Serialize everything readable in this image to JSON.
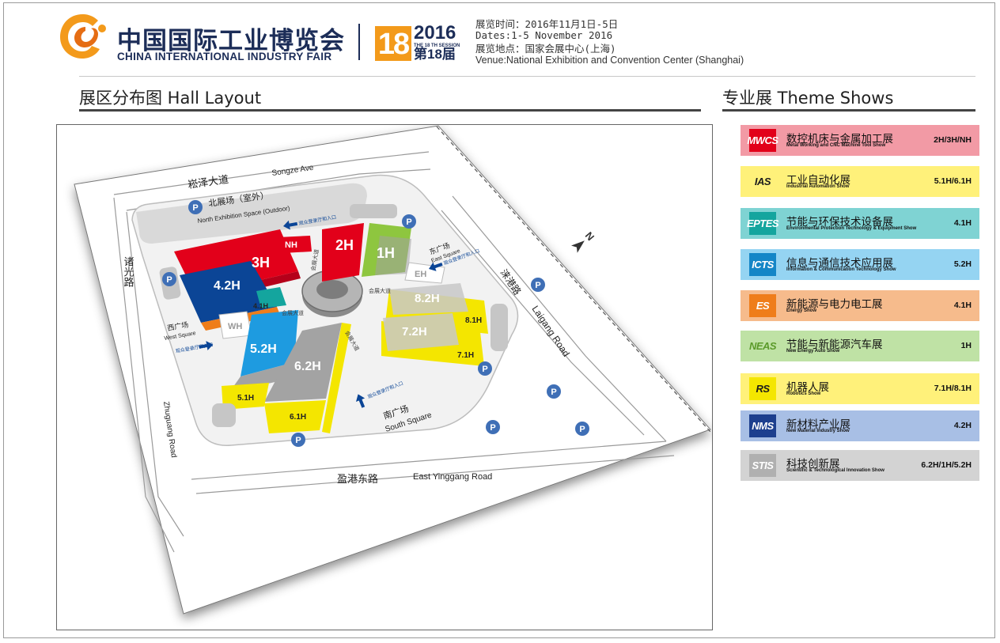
{
  "header": {
    "logo_cn": "中国国际工业博览会",
    "logo_en": "CHINA INTERNATIONAL INDUSTRY FAIR",
    "session_number": "18",
    "session_year": "2016",
    "session_en": "THE 18 TH SESSION",
    "session_cn": "第18届",
    "date_cn": "展览时间：2016年11月1日-5日",
    "date_en": "Dates:1-5 November 2016",
    "venue_cn": "展览地点：国家会展中心(上海)",
    "venue_en": "Venue:National Exhibition and Convention Center (Shanghai)"
  },
  "layout_section": {
    "title": "展区分布图 Hall Layout"
  },
  "theme_section": {
    "title": "专业展 Theme Shows"
  },
  "map": {
    "roads": {
      "north_cn": "崧泽大道",
      "north_en": "Songze Ave",
      "west_cn": "诸光路",
      "west_en": "Zhuguang Road",
      "east_cn": "涞港路",
      "east_en": "Laigang Road",
      "south_cn": "盈港东路",
      "south_en": "East Yinggang Road"
    },
    "north_space_cn": "北展场（室外）",
    "north_space_en": "North Exhibition Space (Outdoor)",
    "east_square_cn": "东广场",
    "east_square_en": "East Square",
    "west_square_cn": "西广场",
    "west_square_en": "West Square",
    "south_square_cn": "南广场",
    "south_square_en": "South Square",
    "entrance_label": "观众登录厅和入口",
    "central_avenue": "会展大道",
    "parking_symbol": "P",
    "north_symbol": "N",
    "halls": {
      "h3": "3H",
      "h42": "4.2H",
      "h41": "4.1H",
      "nh": "NH",
      "h2": "2H",
      "h1": "1H",
      "eh": "EH",
      "wh": "WH",
      "h82": "8.2H",
      "h81": "8.1H",
      "h72": "7.2H",
      "h71": "7.1H",
      "h52": "5.2H",
      "h62": "6.2H",
      "h51": "5.1H",
      "h61": "6.1H"
    }
  },
  "colors": {
    "red": "#e2001a",
    "blue": "#0b4596",
    "light_blue": "#1e9be0",
    "green": "#8ec63f",
    "yellow": "#f4e600",
    "orange": "#ef7d1a",
    "gray": "#a3a3a3",
    "navy": "#1c2d58"
  },
  "themes": [
    {
      "abbr": "MWCS",
      "cn": "数控机床与金属加工展",
      "en": "Metal Working and CNC Machine Tool Show",
      "halls": "2H/3H/NH",
      "bg": "#f29aa5",
      "logo_bg": "#e2001a",
      "logo_fg": "#ffffff"
    },
    {
      "abbr": "IAS",
      "cn": "工业自动化展",
      "en": "Industrial Automation Show",
      "halls": "5.1H/6.1H",
      "bg": "#fff17a",
      "logo_bg": "#fff17a",
      "logo_fg": "#1c1c1c"
    },
    {
      "abbr": "EPTES",
      "cn": "节能与环保技术设备展",
      "en": "Environmental Protection Technology & Equipment Show",
      "halls": "4.1H",
      "bg": "#7fd3d3",
      "logo_bg": "#14a59e",
      "logo_fg": "#ffffff"
    },
    {
      "abbr": "ICTS",
      "cn": "信息与通信技术应用展",
      "en": "Information & Communication Technology Show",
      "halls": "5.2H",
      "bg": "#95d4f2",
      "logo_bg": "#1486c7",
      "logo_fg": "#ffffff"
    },
    {
      "abbr": "ES",
      "cn": "新能源与电力电工展",
      "en": "Energy Show",
      "halls": "4.1H",
      "bg": "#f6bb8c",
      "logo_bg": "#ef7d1a",
      "logo_fg": "#ffffff"
    },
    {
      "abbr": "NEAS",
      "cn": "节能与新能源汽车展",
      "en": "New Energy Auto Show",
      "halls": "1H",
      "bg": "#bfe2a5",
      "logo_bg": "#bfe2a5",
      "logo_fg": "#5b9a2a"
    },
    {
      "abbr": "RS",
      "cn": "机器人展",
      "en": "Robotics Show",
      "halls": "7.1H/8.1H",
      "bg": "#fff17a",
      "logo_bg": "#f4e600",
      "logo_fg": "#1c1c1c"
    },
    {
      "abbr": "NMS",
      "cn": "新材料产业展",
      "en": "New Material Industry Show",
      "halls": "4.2H",
      "bg": "#a8bfe5",
      "logo_bg": "#1d3f8e",
      "logo_fg": "#ffffff"
    },
    {
      "abbr": "STIS",
      "cn": "科技创新展",
      "en": "Scientific & Technological Innovation Show",
      "halls": "6.2H/1H/5.2H",
      "bg": "#d3d3d3",
      "logo_bg": "#b0b0b0",
      "logo_fg": "#ffffff"
    }
  ]
}
